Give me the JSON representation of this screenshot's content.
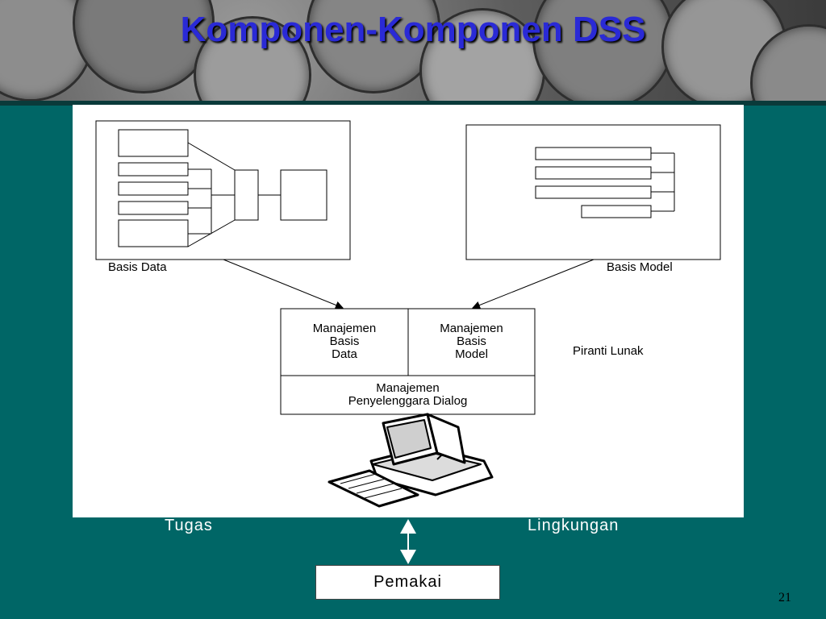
{
  "title": "Komponen-Komponen DSS",
  "diagram": {
    "basis_data_label": "Basis Data",
    "basis_model_label": "Basis Model",
    "manajemen_basis_data": [
      "Manajemen",
      "Basis",
      "Data"
    ],
    "manajemen_basis_model": [
      "Manajemen",
      "Basis",
      "Model"
    ],
    "manajemen_dialog": [
      "Manajemen",
      "Penyelenggara Dialog"
    ],
    "piranti_lunak_label": "Piranti Lunak",
    "computer_icon": "desktop-computer-icon"
  },
  "bottom": {
    "tugas_label": "Tugas",
    "lingkungan_label": "Lingkungan",
    "pemakai_label": "Pemakai",
    "arrow_icon": "double-arrow-icon"
  },
  "page_number": "21",
  "colors": {
    "background": "#006666",
    "title": "#2a2ad6",
    "panel": "#ffffff"
  }
}
